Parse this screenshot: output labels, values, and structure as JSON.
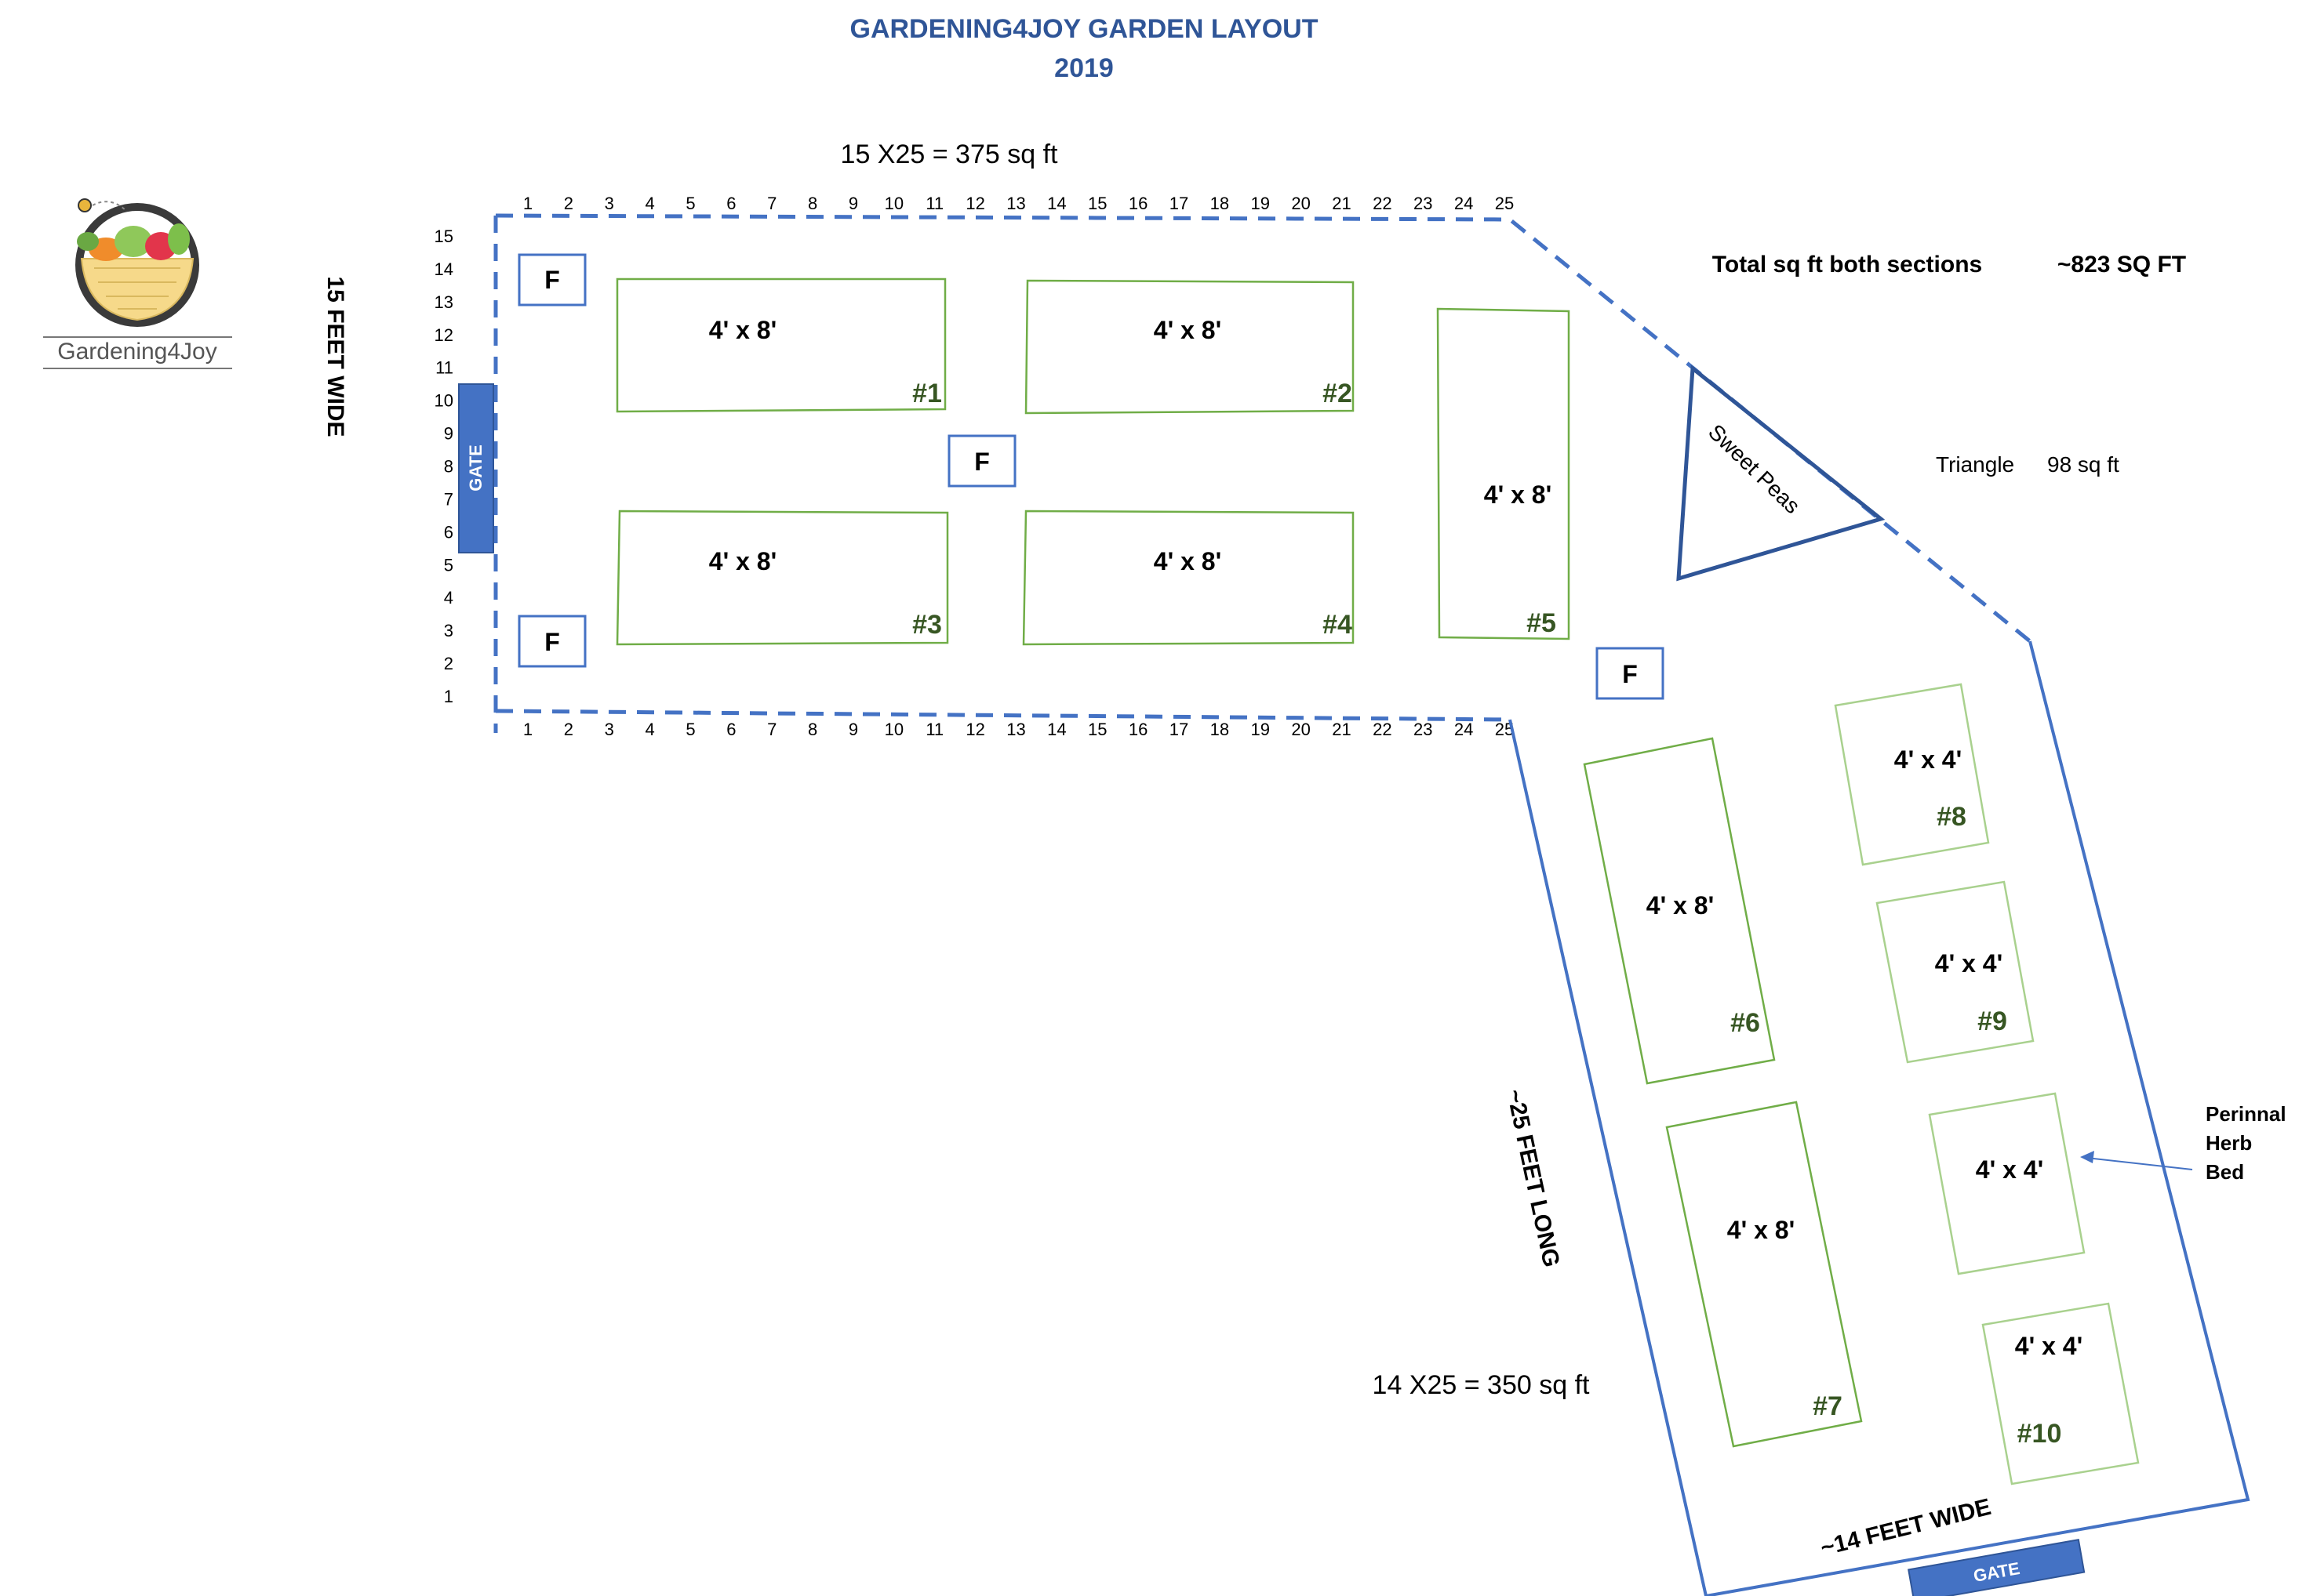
{
  "header": {
    "title": "GARDENING4JOY GARDEN LAYOUT",
    "year": "2019"
  },
  "logo": {
    "text": "Gardening4Joy",
    "icon": "garden-basket-icon"
  },
  "top_section": {
    "area_label": "15 X25 = 375 sq ft",
    "width_label": "15  FEET WIDE",
    "col_numbers": [
      "1",
      "2",
      "3",
      "4",
      "5",
      "6",
      "7",
      "8",
      "9",
      "10",
      "11",
      "12",
      "13",
      "14",
      "15",
      "16",
      "17",
      "18",
      "19",
      "20",
      "21",
      "22",
      "23",
      "24",
      "25"
    ],
    "row_numbers": [
      "15",
      "14",
      "13",
      "12",
      "11",
      "10",
      "9",
      "8",
      "7",
      "6",
      "5",
      "4",
      "3",
      "2",
      "1"
    ],
    "gate_label": "GATE"
  },
  "totals": {
    "label": "Total sq ft both sections",
    "value": "~823 SQ FT",
    "triangle_label": "Triangle",
    "triangle_area": "98  sq ft",
    "triangle_crop": "Sweet Peas"
  },
  "beds": [
    {
      "size": "4' x 8'",
      "num": "#1"
    },
    {
      "size": "4' x 8'",
      "num": "#2"
    },
    {
      "size": "4' x 8'",
      "num": "#3"
    },
    {
      "size": "4' x 8'",
      "num": "#4"
    },
    {
      "size": "4' x 8'",
      "num": "#5"
    },
    {
      "size": "4' x 8'",
      "num": "#6"
    },
    {
      "size": "4' x 8'",
      "num": "#7"
    },
    {
      "size": "4' x 4'",
      "num": "#8"
    },
    {
      "size": "4' x 4'",
      "num": "#9"
    },
    {
      "size": "4' x 4'",
      "num": ""
    },
    {
      "size": "4' x 4'",
      "num": "#10"
    }
  ],
  "f_label": "F",
  "bottom_section": {
    "area_label": "14 X25 = 350 sq ft",
    "length_label": "~25  FEET LONG",
    "width_label": "~14 FEET WIDE",
    "gate_label": "GATE",
    "herb_note": [
      "Perinnal",
      "Herb",
      "Bed"
    ]
  },
  "colors": {
    "title": "#2f5597",
    "fence": "#4472c4",
    "bed": "#70ad47",
    "bed_number": "#375623",
    "gate": "#4472c4"
  }
}
